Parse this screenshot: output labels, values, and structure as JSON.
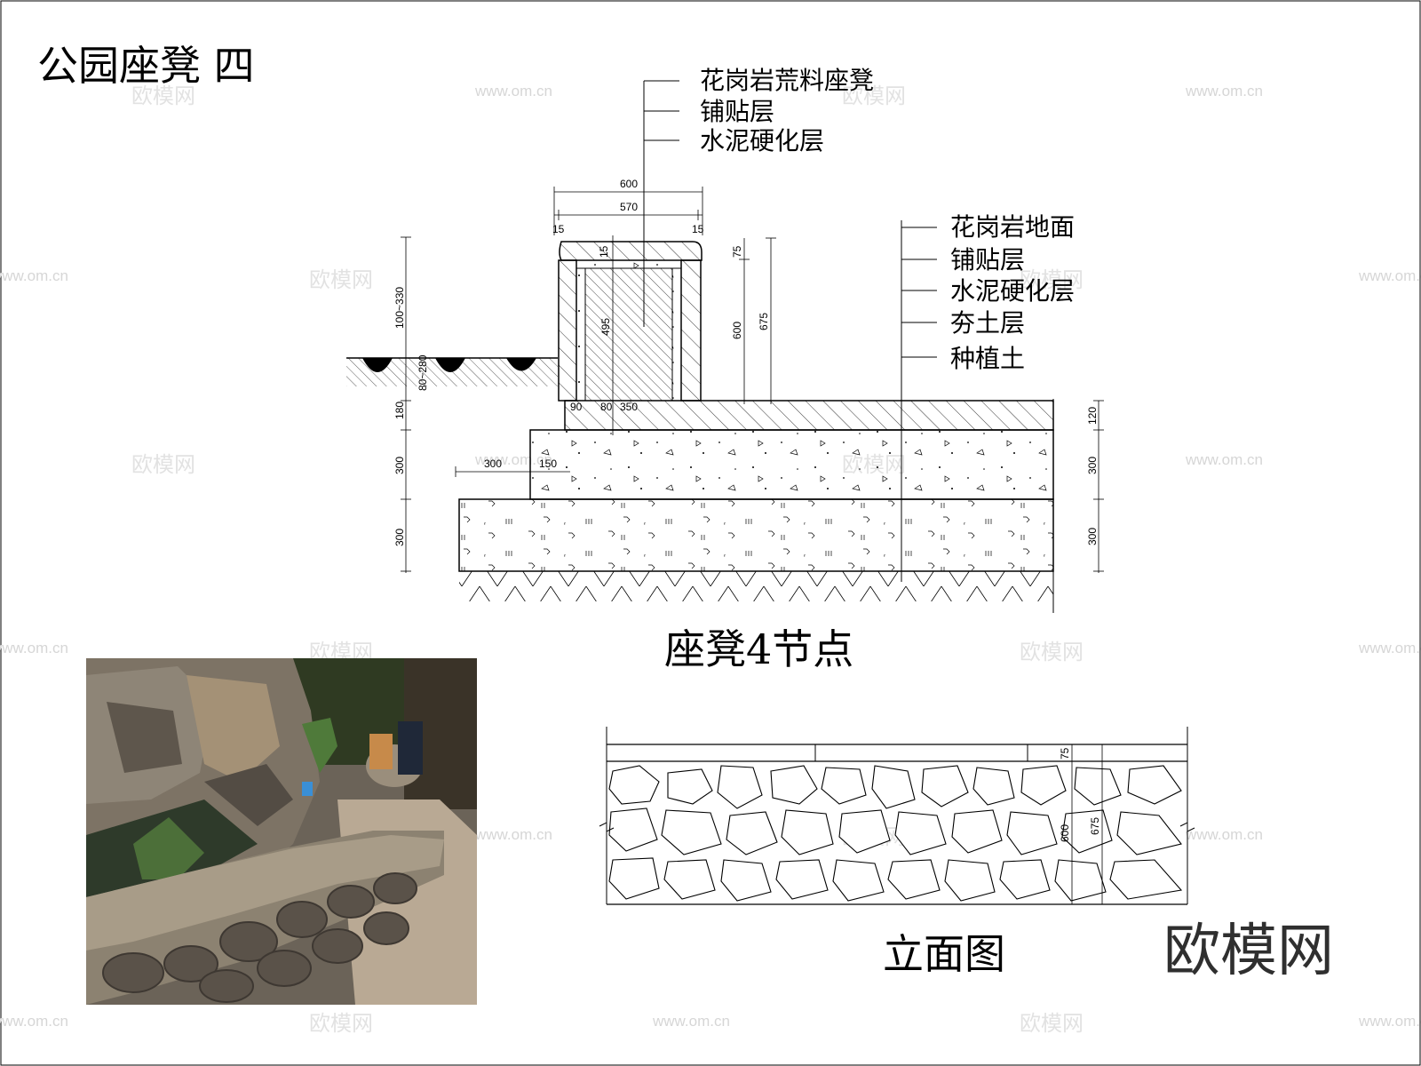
{
  "sheet_title": "公园座凳 四",
  "section_title": "座凳4节点",
  "elevation_title": "立面图",
  "brand": "欧模网",
  "watermark_cn": "欧模网",
  "watermark_url": "www.om.cn",
  "bench_layers": [
    "花岗岩荒料座凳",
    "铺贴层",
    "水泥硬化层"
  ],
  "ground_layers": [
    "花岗岩地面",
    "铺贴层",
    "水泥硬化层",
    "夯土层",
    "种植土"
  ],
  "dims": {
    "d600": "600",
    "d570": "570",
    "d15a": "15",
    "d15b": "15",
    "d75": "75",
    "d600v": "600",
    "d675": "675",
    "d495": "495",
    "d15c": "15",
    "d100_330": "100~330",
    "d80_280": "80~280",
    "d180": "180",
    "d300a": "300",
    "d300b": "300",
    "d90": "90",
    "d80": "80",
    "d350": "350",
    "d300h": "300",
    "d150": "150",
    "d120r": "120",
    "d300r1": "300",
    "d300r2": "300",
    "e75": "75",
    "e600": "600",
    "e675": "675"
  },
  "photo": {
    "description_icon": "rock-seating-wall-photo"
  }
}
